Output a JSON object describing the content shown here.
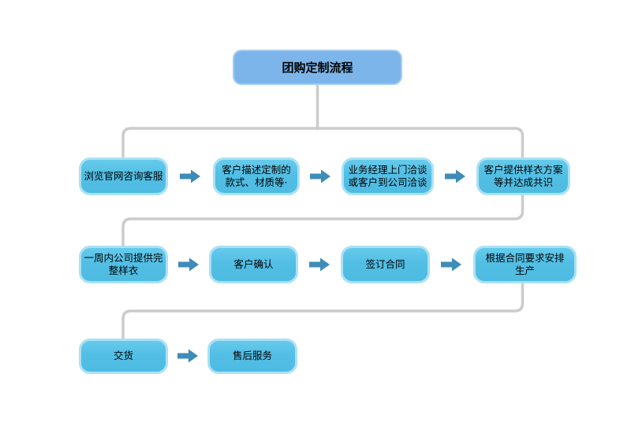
{
  "title": {
    "label": "团购定制流程"
  },
  "flow": {
    "rows": [
      {
        "boxes": [
          {
            "label": "浏览官网咨询客服"
          },
          {
            "label": "客户描述定制的\n款式、材质等·"
          },
          {
            "label": "业务经理上门洽谈\n或客户到公司洽谈"
          },
          {
            "label": "客户提供样衣方案\n等并达成共识"
          }
        ]
      },
      {
        "boxes": [
          {
            "label": "一周内公司提供完\n整样衣"
          },
          {
            "label": "客户确认"
          },
          {
            "label": "签订合同"
          },
          {
            "label": "根据合同要求安排\n生产"
          }
        ]
      },
      {
        "boxes": [
          {
            "label": "交货"
          },
          {
            "label": "售后服务"
          }
        ]
      }
    ]
  },
  "colors": {
    "background": "#FFFFFF",
    "title_fill": "#7CB5EA",
    "title_border": "#A7CDF1",
    "box_fill": "#52BEE4",
    "box_border": "#ABE1F4",
    "arrow": "#3E8CB8",
    "connector": "#CBCBCB",
    "text": "#000000"
  }
}
